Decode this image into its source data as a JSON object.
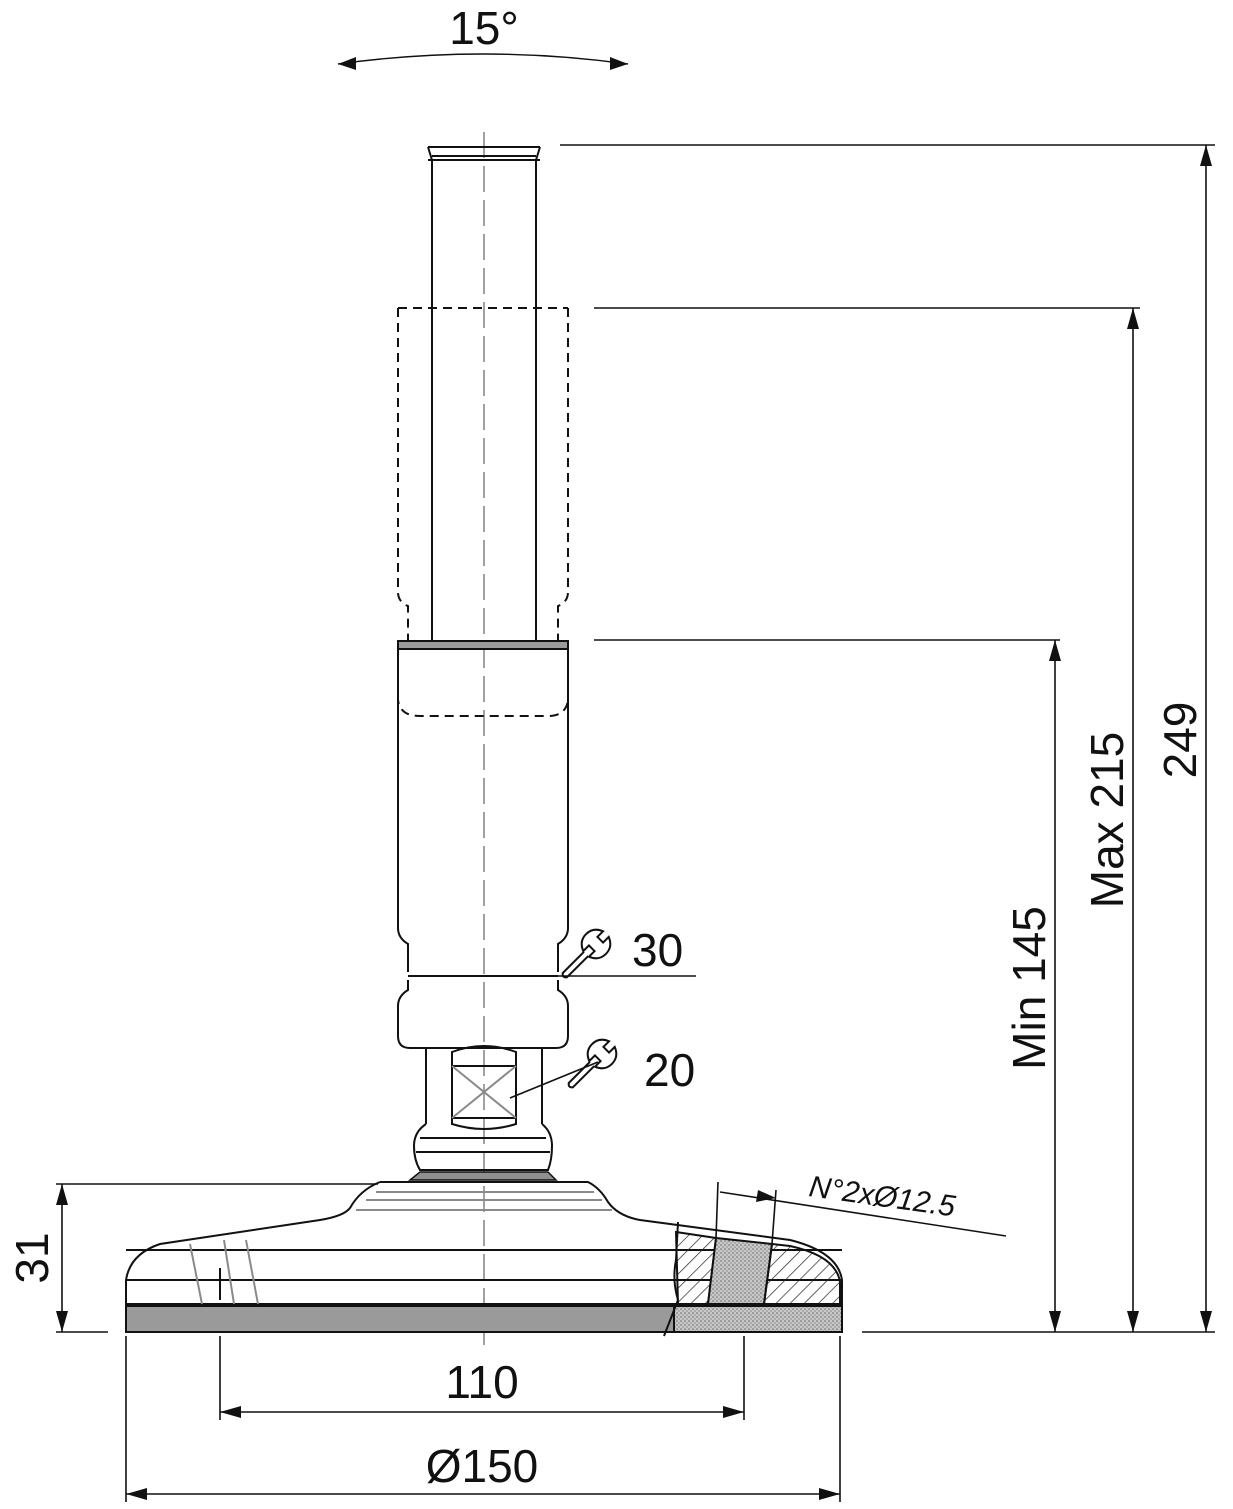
{
  "labels": {
    "tilt_angle": "15°",
    "total_height": "249",
    "max_height": "Max 215",
    "min_height": "Min 145",
    "wrench_large": "30",
    "wrench_small": "20",
    "base_height": "31",
    "hole_spacing": "110",
    "base_diameter": "Ø150",
    "holes_note": "N°2xØ12.5"
  },
  "icons": {
    "wrench_large": "wrench-icon",
    "wrench_small": "wrench-icon"
  }
}
